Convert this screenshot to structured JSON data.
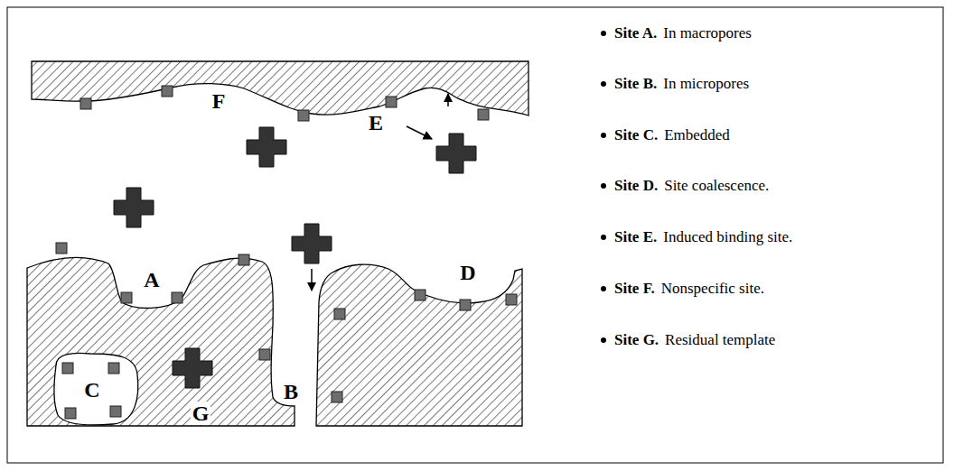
{
  "diagram": {
    "labels": [
      "F",
      "E",
      "A",
      "D",
      "C",
      "B",
      "G",
      "Site A.",
      "In macropores",
      "Site B.",
      "In micropores",
      "Site C.",
      "Embedded",
      "Site D.",
      "Site coalescence.",
      "Site E.",
      "Induced binding site.",
      "Site F.",
      "Nonspecific site.",
      "Site G.",
      "Residual template"
    ]
  }
}
